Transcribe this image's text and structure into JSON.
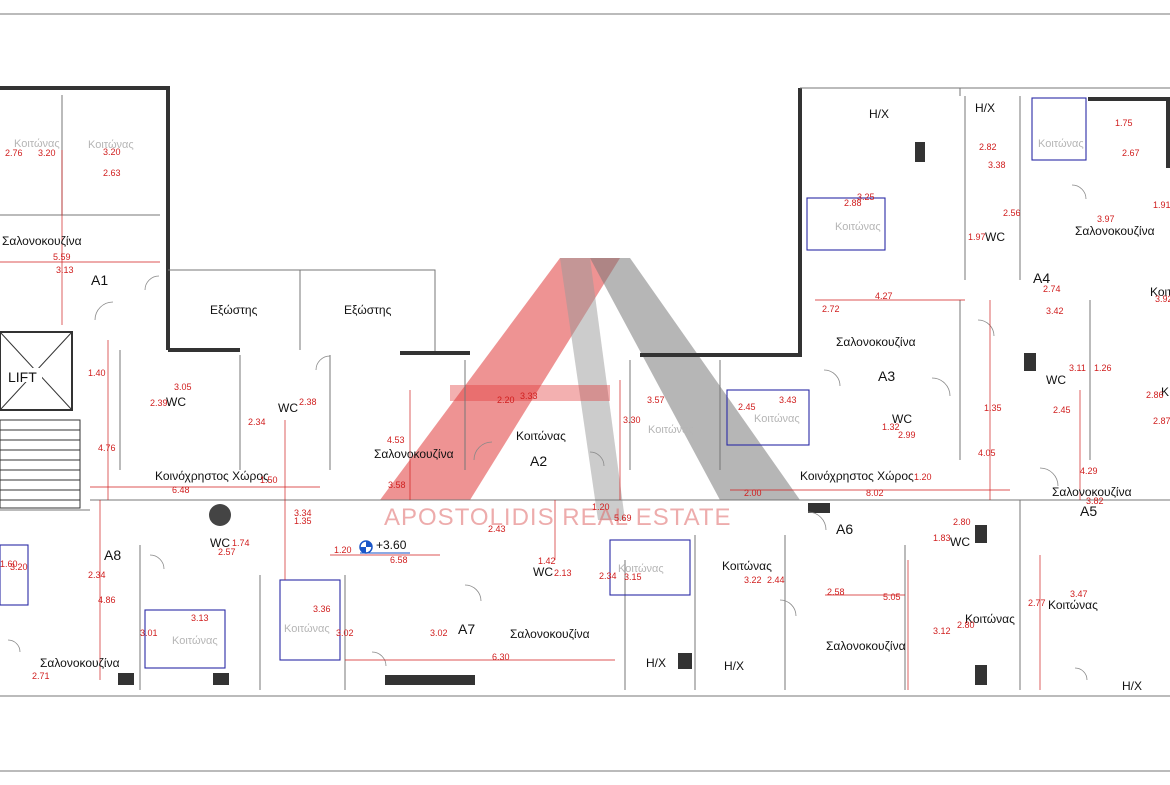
{
  "watermark": {
    "text": "APOSTOLIDIS REAL ESTATE"
  },
  "level": {
    "value": "+3.60"
  },
  "colors": {
    "dimension": "#d01e1e",
    "wall": "#333333",
    "watermark_red": "#e03a3a",
    "watermark_gray": "#7a7a7a",
    "bed": "#2b2ba6"
  },
  "labels": {
    "lift": "LIFT",
    "balcony1": "Εξώστης",
    "balcony2": "Εξώστης",
    "common_left": "Κοινόχρηστος Χώρος",
    "common_right": "Κοινόχρηστος Χώρος",
    "a1": "A1",
    "a2": "A2",
    "a3": "A3",
    "a4": "A4",
    "a5": "A5",
    "a6": "A6",
    "a7": "A7",
    "a8": "A8",
    "living_a1": "Σαλονοκουζίνα",
    "living_a2": "Σαλονοκουζίνα",
    "living_a3": "Σαλονοκουζίνα",
    "living_a4": "Σαλονοκουζίνα",
    "living_a5": "Σαλονοκουζίνα",
    "living_a6": "Σαλονοκουζίνα",
    "living_a7": "Σαλονοκουζίνα",
    "living_a8": "Σαλονοκουζίνα",
    "bed_a2": "Κοιτώνας",
    "bed_a3": "Κοιτώνας",
    "bed_a4": "Κοιτώνας",
    "bed_a5": "Κοιτώνας",
    "bed_a6a": "Κοιτώνας",
    "bed_a6b": "Κοιτώνας",
    "bed_a7": "Κοιτώνας",
    "bed_a8": "Κοιτώνας",
    "bed_a5_cut": "Κοιτ",
    "bed_edge": "Κ",
    "wc1": "WC",
    "wc2": "WC",
    "wc3": "WC",
    "wc4": "WC",
    "wc5": "WC",
    "wc6": "WC",
    "wc7": "WC",
    "hx1": "H/X",
    "hx2": "H/X",
    "hx3": "H/X",
    "hx4": "H/X",
    "hx5": "H/X"
  },
  "ghost_labels": [
    "Κοιτώνας",
    "Κοιτώνας",
    "Κοιτώνας",
    "Κοιτώνας",
    "Κοιτώνας",
    "Κοιτώνας",
    "Κοιτώνας",
    "Κοιτώνας"
  ],
  "dimensions": [
    "2.76",
    "3.20",
    "3.20",
    "2.63",
    "5.59",
    "3.13",
    "1.40",
    "4.76",
    "3.05",
    "2.39",
    "2.38",
    "2.34",
    "4.53",
    "1.50",
    "3.34",
    "1.35",
    "3.58",
    "6.48",
    "1.74",
    "2.57",
    "2.34",
    "4.86",
    "1.60",
    "3.20",
    "3.13",
    "3.01",
    "3.36",
    "3.02",
    "3.02",
    "2.71",
    "1.20",
    "6.58",
    "2.43",
    "1.20",
    "5.69",
    "1.42",
    "2.13",
    "2.34",
    "3.15",
    "3.22",
    "2.44",
    "6.30",
    "3.33",
    "2.20",
    "3.57",
    "3.30",
    "2.45",
    "3.43",
    "2.00",
    "3.25",
    "2.88",
    "4.27",
    "2.72",
    "1.35",
    "1.32",
    "2.99",
    "4.05",
    "1.20",
    "8.02",
    "2.82",
    "3.38",
    "1.75",
    "2.67",
    "1.91",
    "2.56",
    "1.97",
    "3.97",
    "2.74",
    "3.42",
    "3.92",
    "3.11",
    "1.26",
    "2.45",
    "2.86",
    "2.87",
    "4.29",
    "3.82",
    "2.80",
    "1.83",
    "2.58",
    "5.05",
    "3.12",
    "2.80",
    "2.77",
    "3.47"
  ]
}
